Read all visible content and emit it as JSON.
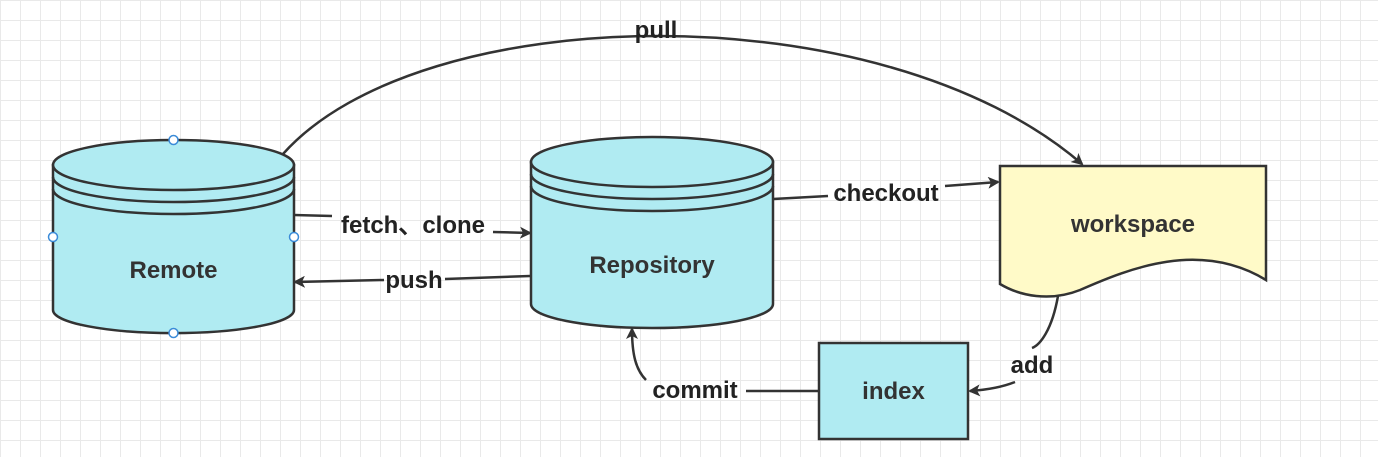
{
  "colors": {
    "store_fill": "#b0ebf2",
    "workspace_fill": "#fffac8",
    "stroke": "#333333",
    "grid": "#e9e9e9",
    "selection_handle": "#3b8bd8"
  },
  "nodes": {
    "remote": {
      "label": "Remote",
      "shape": "cylinder",
      "selected": true
    },
    "repository": {
      "label": "Repository",
      "shape": "cylinder"
    },
    "workspace": {
      "label": "workspace",
      "shape": "document"
    },
    "index": {
      "label": "index",
      "shape": "rectangle"
    }
  },
  "edges": {
    "pull": {
      "label": "pull",
      "from": "Remote",
      "to": "workspace"
    },
    "fetch_clone": {
      "label": "fetch、clone",
      "from": "Remote",
      "to": "Repository"
    },
    "push": {
      "label": "push",
      "from": "Repository",
      "to": "Remote"
    },
    "checkout": {
      "label": "checkout",
      "from": "Repository",
      "to": "workspace"
    },
    "add": {
      "label": "add",
      "from": "workspace",
      "to": "index"
    },
    "commit": {
      "label": "commit",
      "from": "index",
      "to": "Repository"
    }
  }
}
